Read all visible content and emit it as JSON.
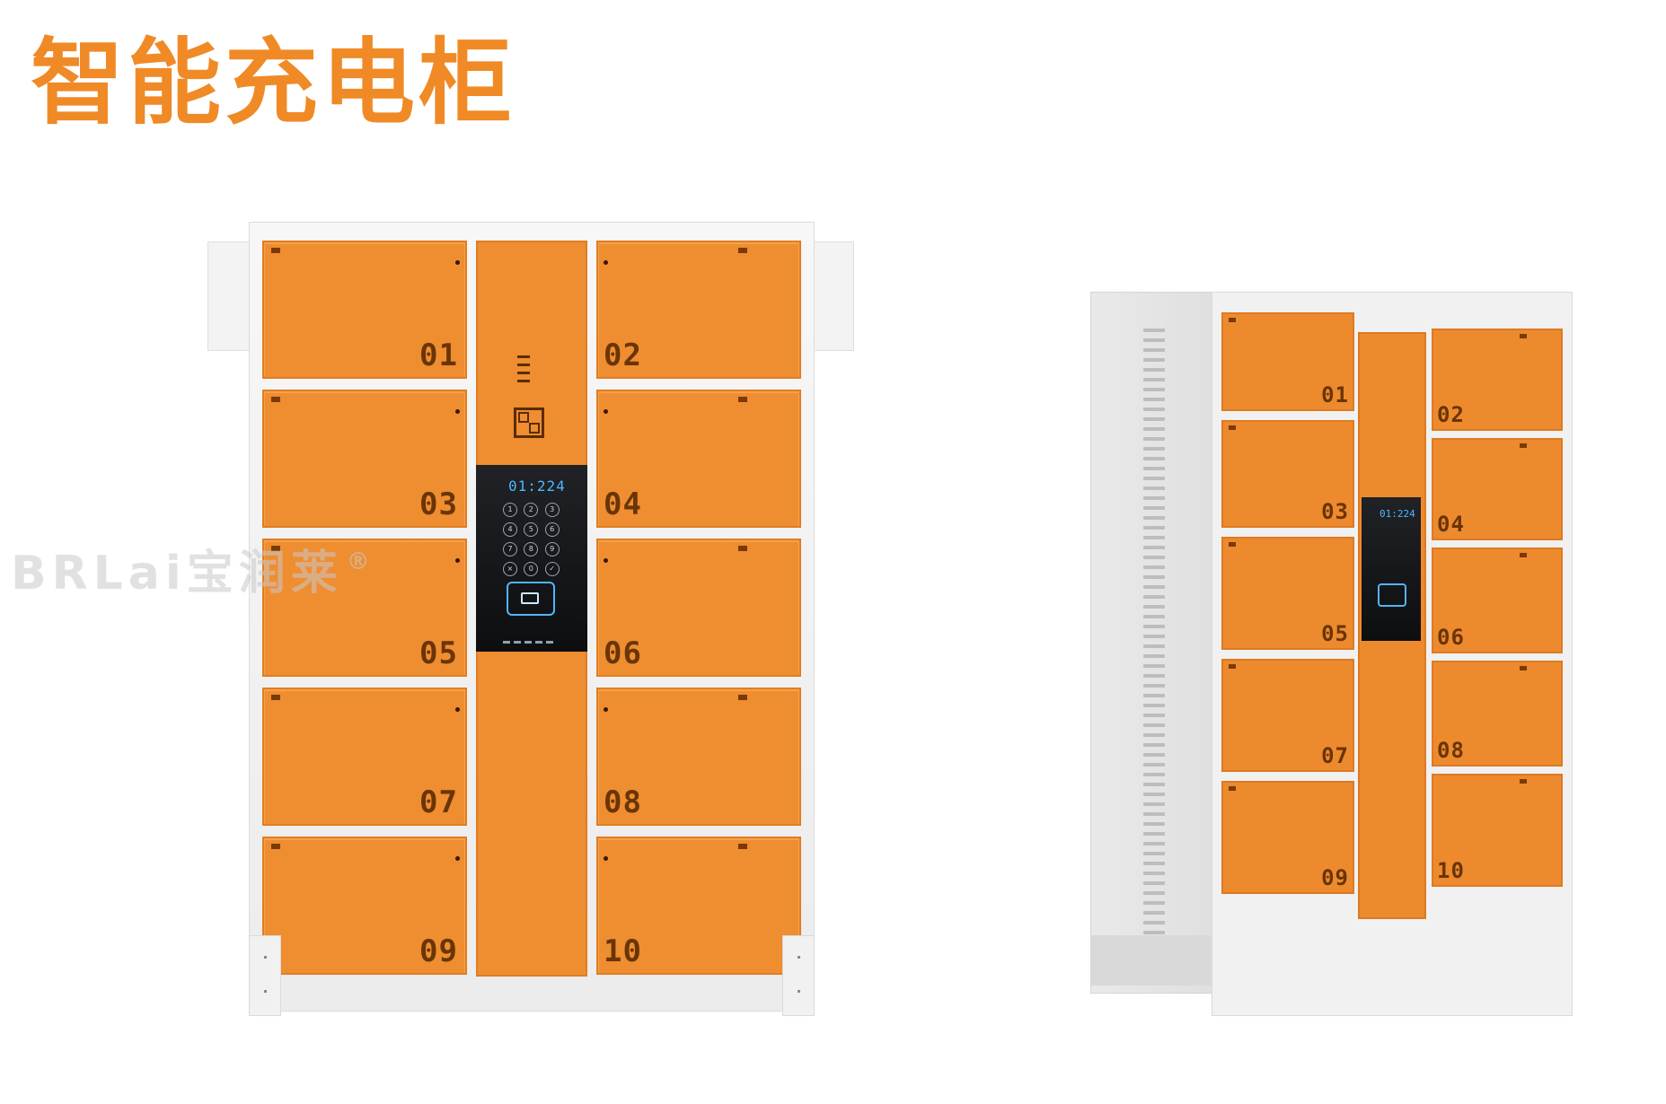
{
  "title": "智能充电柜",
  "watermark": {
    "brand": "BRLai宝润莱",
    "mark": "®"
  },
  "front_cabinet": {
    "doors": [
      "01",
      "02",
      "03",
      "04",
      "05",
      "06",
      "07",
      "08",
      "09",
      "10"
    ],
    "display": "01:224"
  },
  "side_cabinet": {
    "doors": [
      "01",
      "02",
      "03",
      "04",
      "05",
      "06",
      "07",
      "08",
      "09",
      "10"
    ],
    "display": "01:224"
  },
  "colors": {
    "accent": "#f08a26",
    "door": "#ef8d31",
    "frame": "#f2f2f2",
    "keypad": "#121316"
  }
}
